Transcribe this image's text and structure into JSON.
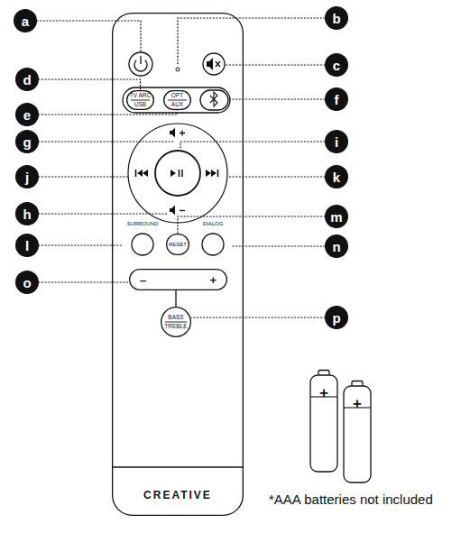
{
  "diagram": {
    "nodes": [
      {
        "text": [
          "CREATIVE"
        ]
      },
      {
        "text": [
          "a"
        ]
      },
      {
        "text": [
          "b"
        ]
      },
      {
        "text": [
          "c"
        ]
      },
      {
        "text": [
          "d"
        ]
      },
      {
        "text": [
          "TV ARC",
          "USB"
        ],
        "in": 0
      },
      {
        "text": [
          "OPT",
          "AUX"
        ],
        "in": 0
      },
      {
        "text": [
          "e"
        ]
      },
      {
        "text": [
          "f"
        ]
      },
      {
        "text": [
          "g"
        ]
      },
      {
        "text": [
          "i"
        ]
      },
      {
        "text": [
          "j"
        ]
      },
      {
        "text": [
          "k"
        ]
      },
      {
        "text": [
          "h"
        ]
      },
      {
        "text": [
          "m"
        ]
      },
      {
        "text": [
          "SURROUND"
        ],
        "in": 0
      },
      {
        "text": [
          "RESET"
        ],
        "in": 0
      },
      {
        "text": [
          "DIALOG"
        ],
        "in": 0
      },
      {
        "text": [
          "l"
        ]
      },
      {
        "text": [
          "n"
        ]
      },
      {
        "text": [
          "o"
        ]
      },
      {
        "text": [
          "–",
          "+"
        ],
        "in": 0
      },
      {
        "text": [
          "BASS",
          "TREBLE"
        ],
        "in": 0
      },
      {
        "text": [
          "p"
        ]
      },
      {
        "text": [
          "+"
        ]
      },
      {
        "text": [
          "+"
        ]
      }
    ],
    "edges": [
      {
        "from": 4,
        "to": 5,
        "arrow": "none"
      },
      {
        "from": 7,
        "to": 6,
        "arrow": "none"
      },
      {
        "from": 14,
        "to": 16,
        "arrow": "none"
      },
      {
        "from": 18,
        "to": 15,
        "arrow": "none"
      },
      {
        "from": 19,
        "to": 17,
        "arrow": "none"
      },
      {
        "from": 20,
        "to": 21,
        "arrow": "none"
      },
      {
        "from": 23,
        "to": 22,
        "arrow": "none"
      }
    ],
    "labels": [
      "*AAA batteries not included"
    ]
  }
}
